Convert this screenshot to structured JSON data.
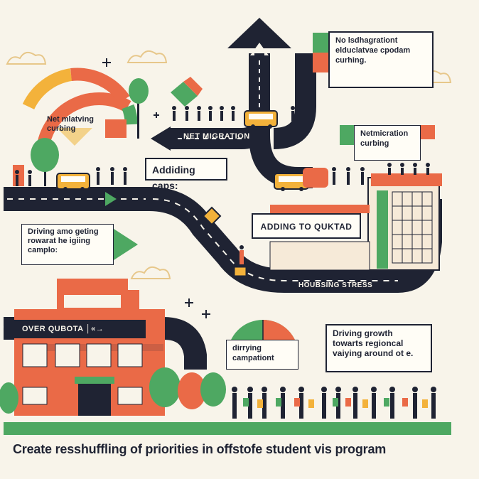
{
  "colors": {
    "background": "#f8f4ea",
    "road": "#1f2333",
    "brick": "#ea6a47",
    "green": "#4ea862",
    "yellow": "#f3b23b",
    "dark": "#1f2333"
  },
  "icons": [
    "up-arrow-icon",
    "left-arrow-icon",
    "right-arrow-icon",
    "sparkle-icon",
    "cloud-icon",
    "tree-icon",
    "bus-icon",
    "diamond-sign-icon",
    "luggage-icon"
  ],
  "labels": {
    "top_right_note": "No lsdhagrationt\nelduclatvae cpodam\ncurhing.",
    "pie_note": "Net mlatving\ncurbing",
    "net_migration_road": "NET MIGRATION",
    "mid_right_note": "Netmicration\ncurbing",
    "adding_caps": "Addiding caps:",
    "adding_quota": "ADDING  TO QUKTAD",
    "driving_campus": "Driving amo geting\nrowarat he igiing\ncamplo:",
    "housing_stress": "HOUBSING STRESS",
    "over_quota": "OVER QUBOTA  │«→",
    "campus_note": "dirrying\ncampationt",
    "regional_note": "Driving growth\ntowarts regioncal\nvaiying around ot e."
  },
  "caption": "Create  resshuffling of priorities in offstofe student vis program"
}
